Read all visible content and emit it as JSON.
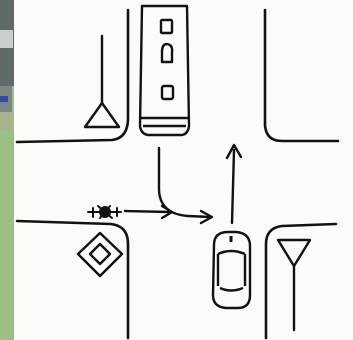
{
  "diagram": {
    "kind": "hand-drawn traffic intersection sketch",
    "signs": [
      "yield-sign",
      "priority-road-sign",
      "yield-sign"
    ],
    "vehicles": [
      "bus",
      "car",
      "bicycle"
    ],
    "arrows": [
      "bus-turn-arrow",
      "bicycle-arrow",
      "car-straight-arrow"
    ]
  },
  "colors": {
    "paper": "#fbfbf9",
    "ink": "#121212",
    "frame_green": "#9cbf86",
    "background_gray": "#6f7a76"
  }
}
